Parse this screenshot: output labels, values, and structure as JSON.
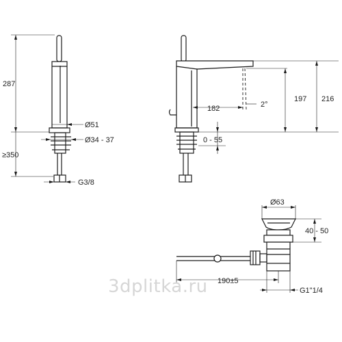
{
  "front_view": {
    "height_label": "287",
    "spout_diameter_label": "Ø51",
    "tail_diameter_label": "Ø34 - 37",
    "reach_below_label": "≥350",
    "thread_label": "G3/8"
  },
  "side_view": {
    "projection_label": "182",
    "angle_label": "2°",
    "spout_height_label": "197",
    "overall_height_label": "216",
    "deck_range_label": "0 - 55"
  },
  "waste_view": {
    "flange_diameter_label": "Ø63",
    "height_range_label": "40 - 50",
    "rod_length_label": "190±5",
    "thread_label": "G1\"1/4"
  },
  "watermark": "3dplitka.ru"
}
